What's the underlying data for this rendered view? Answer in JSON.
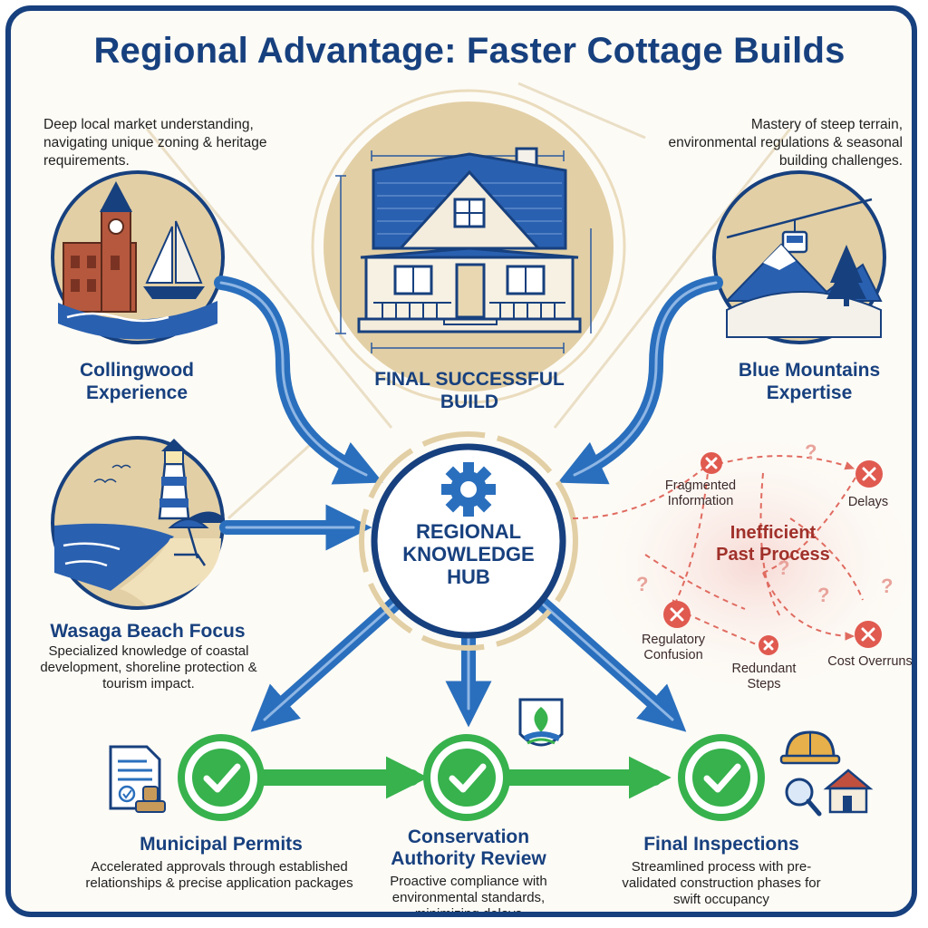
{
  "title": "Regional Advantage: Faster Cottage Builds",
  "top_left_description": "Deep local market understanding, navigating unique zoning & heritage requirements.",
  "top_right_description": "Mastery of steep terrain, environmental regulations & seasonal building challenges.",
  "regions": {
    "collingwood": {
      "label": "Collingwood Experience",
      "icon": "town-and-sailboat-icon"
    },
    "blue_mountains": {
      "label": "Blue Mountains Expertise",
      "icon": "mountain-gondola-icon"
    },
    "wasaga": {
      "label": "Wasaga Beach Focus",
      "description": "Specialized knowledge of coastal development, shoreline protection & tourism impact.",
      "icon": "lighthouse-beach-icon"
    }
  },
  "final_build": {
    "label": "FINAL SUCCESSFUL BUILD",
    "icon": "house-blueprint-icon"
  },
  "hub": {
    "label": "REGIONAL KNOWLEDGE HUB",
    "icon": "gear-icon"
  },
  "inefficient": {
    "title": "Inefficient Past Process",
    "issues": {
      "fragmented": "Fragmented Information",
      "delays": "Delays",
      "regulatory": "Regulatory Confusion",
      "redundant": "Redundant Steps",
      "overruns": "Cost Overruns"
    }
  },
  "stages": [
    {
      "title": "Municipal Permits",
      "description": "Accelerated approvals through established relationships & precise application packages",
      "icon": "permit-document-stamp-icon"
    },
    {
      "title": "Conservation Authority Review",
      "description": "Proactive compliance with environmental standards, minimizing delays",
      "icon": "leaf-shield-icon"
    },
    {
      "title": "Final Inspections",
      "description": "Streamlined process with pre-validated construction phases for swift occupancy",
      "icon": "hardhat-magnifier-house-icon"
    }
  ],
  "colors": {
    "navy": "#17407e",
    "blue": "#2a6fbd",
    "tan": "#e2cfa5",
    "green": "#37b24d",
    "red": "#e05a50"
  }
}
